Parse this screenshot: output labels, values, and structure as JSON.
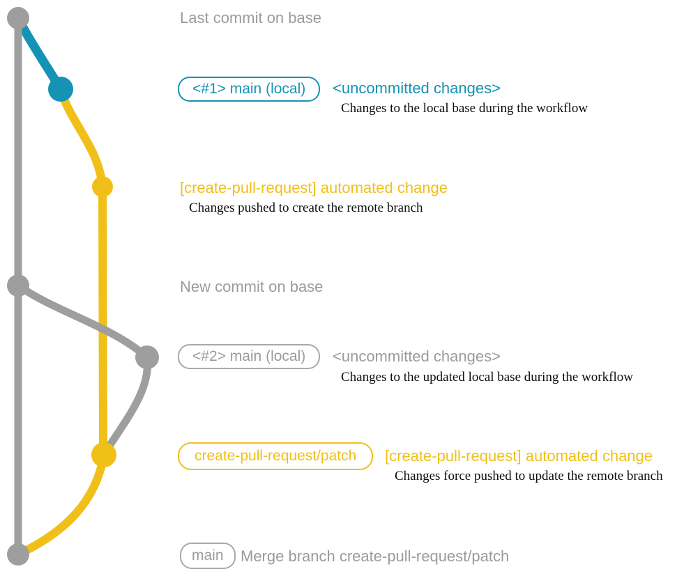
{
  "colors": {
    "teal": "#1593b5",
    "yellow": "#f0c019",
    "gray": "#9e9e9e",
    "gray_text": "#9b9b9b",
    "description_text": "#0d0d0d"
  },
  "annotations": {
    "row1": {
      "text": "Last commit on base"
    },
    "row2": {
      "badge": "<#1> main (local)",
      "title": "<uncommitted changes>",
      "desc": "Changes to the local base during the workflow"
    },
    "row3": {
      "title": "[create-pull-request] automated change",
      "desc": "Changes pushed to create the remote branch"
    },
    "row4": {
      "text": "New commit on base"
    },
    "row5": {
      "badge": "<#2> main (local)",
      "title": "<uncommitted changes>",
      "desc": "Changes to the updated local base during the workflow"
    },
    "row6": {
      "badge": "create-pull-request/patch",
      "title": "[create-pull-request] automated change",
      "desc": "Changes force pushed to update the remote branch"
    },
    "row7": {
      "badge": "main",
      "title": "Merge branch create-pull-request/patch"
    }
  }
}
